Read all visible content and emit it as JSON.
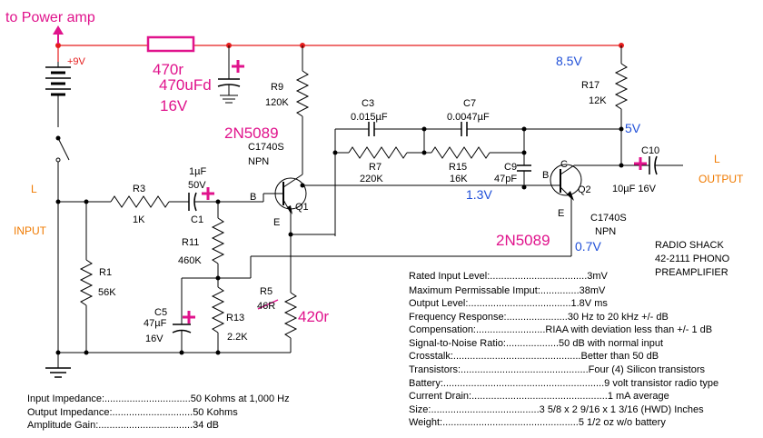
{
  "annotations": {
    "to_power_amp": "to Power amp",
    "r470": "470r",
    "c470": "470uFd",
    "v16": "16V",
    "n2n5089_q1": "2N5089",
    "n2n5089_q2": "2N5089",
    "r420": "420r",
    "v85": "8.5V",
    "v5": "5V",
    "v13": "1.3V",
    "v07": "0.7V"
  },
  "labels": {
    "plus9v": "+9V",
    "r9": "R9",
    "r9v": "120K",
    "r17": "R17",
    "r17v": "12K",
    "c3": "C3",
    "c3v": "0.015µF",
    "c7": "C7",
    "c7v": "0.0047µF",
    "r7": "R7",
    "r7v": "220K",
    "r15": "R15",
    "r15v": "16K",
    "c9": "C9",
    "c9v": "47pF",
    "c10": "C10",
    "c10v": "10µF 16V",
    "c1740_q1": "C1740S",
    "npn_q1": "NPN",
    "q1": "Q1",
    "q2": "Q2",
    "c1740_q2": "C1740S",
    "npn_q2": "NPN",
    "b1": "B",
    "e1": "E",
    "b2": "B",
    "c2": "C",
    "e2": "E",
    "r3": "R3",
    "r3v": "1K",
    "c1": "C1",
    "c1v1": "1µF",
    "c1v2": "50V",
    "r11": "R11",
    "r11v": "460K",
    "r1": "R1",
    "r1v": "56K",
    "r5": "R5",
    "r5v": "46R",
    "r13": "R13",
    "r13v": "2.2K",
    "c5": "C5",
    "c5v1": "47µF",
    "c5v2": "16V",
    "in_l": "L",
    "in_input": "INPUT",
    "out_l": "L",
    "out_output": "OUTPUT",
    "title1": "RADIO SHACK",
    "title2": "42-2111 PHONO",
    "title3": "PREAMPLIFIER",
    "plus_sign": "+"
  },
  "specs_right": [
    "Rated Input Level:...................................3mV",
    "Maximum Permissable Imput:..............38mV",
    "Output Level:.....................................1.8V ms",
    "Frequency Response:......................30 Hz to 20 kHz +/- dB",
    "Compensation:.........................RIAA with deviation less than +/- 1 dB",
    "Signal-to-Noise Ratio:...................50 dB with normal input",
    "Crosstalk:..............................................Better than 50 dB",
    "Transistors:..............................................Four (4) Silicon transistors",
    "Battery:..........................................................9 volt transistor radio type",
    "Current Drain:.................................................1 mA average",
    "Size:.......................................3 5/8 x 2 9/16 x 1 3/16 (HWD) Inches",
    "Weight:.................................................5 1/2 oz w/o battery"
  ],
  "specs_left": [
    "Input Impedance:...............................50 Kohms at 1,000 Hz",
    "Output Impedance:.............................50 Kohms",
    "Amplitude Gain:..................................34 dB"
  ],
  "colors": {
    "annotation_pink": "#e0138c",
    "voltage_blue": "#1f4fd8",
    "io_orange": "#f07a00",
    "power_red": "#e51c1c"
  }
}
